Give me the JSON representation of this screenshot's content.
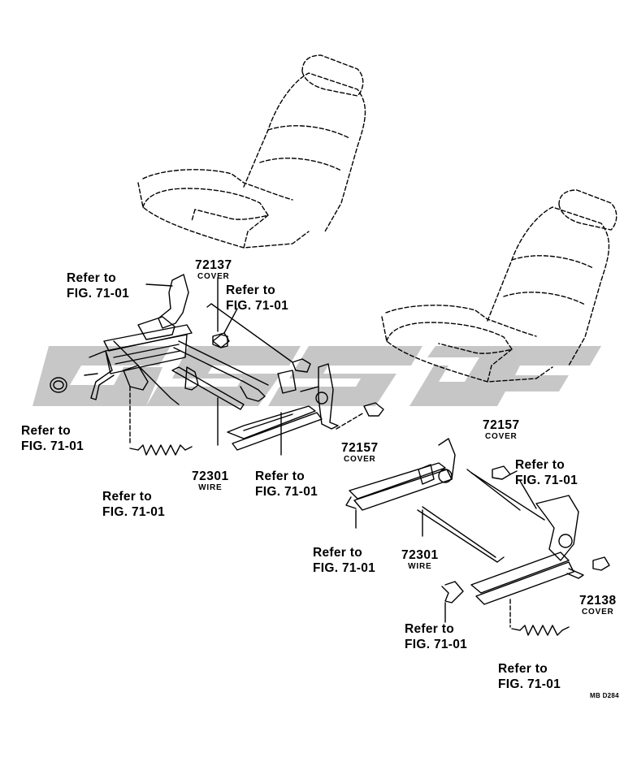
{
  "refs": {
    "a": {
      "line1": "Refer to",
      "line2": "FIG. 71-01"
    },
    "b": {
      "line1": "Refer to",
      "line2": "FIG. 71-01"
    },
    "c": {
      "line1": "Refer to",
      "line2": "FIG. 71-01"
    },
    "d": {
      "line1": "Refer to",
      "line2": "FIG. 71-01"
    },
    "e": {
      "line1": "Refer to",
      "line2": "FIG. 71-01"
    },
    "f": {
      "line1": "Refer to",
      "line2": "FIG. 71-01"
    },
    "g": {
      "line1": "Refer to",
      "line2": "FIG. 71-01"
    },
    "h": {
      "line1": "Refer to",
      "line2": "FIG. 71-01"
    },
    "i": {
      "line1": "Refer to",
      "line2": "FIG. 71-01"
    }
  },
  "parts": {
    "p72137": {
      "number": "72137",
      "name": "COVER"
    },
    "p72301a": {
      "number": "72301",
      "name": "WIRE"
    },
    "p72157a": {
      "number": "72157",
      "name": "COVER"
    },
    "p72157b": {
      "number": "72157",
      "name": "COVER"
    },
    "p72301b": {
      "number": "72301",
      "name": "WIRE"
    },
    "p72138": {
      "number": "72138",
      "name": "COVER"
    }
  },
  "drawing_code": "MB D284",
  "colors": {
    "line": "#000000",
    "watermark": "#bdbdbd",
    "background": "#ffffff"
  }
}
